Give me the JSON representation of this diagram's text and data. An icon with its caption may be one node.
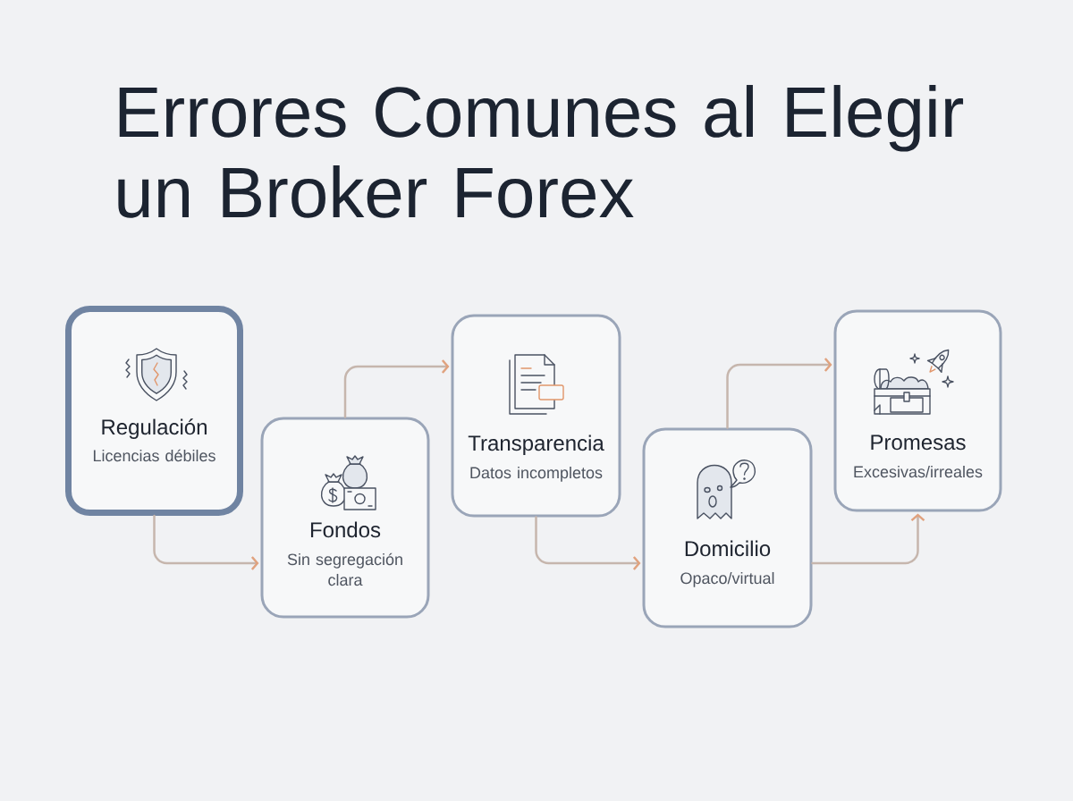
{
  "diagram": {
    "title": "Errores Comunes al Elegir un Broker Forex",
    "nodes": [
      {
        "text": [
          "Regulación",
          "Licencias débiles"
        ]
      },
      {
        "text": [
          "Fondos",
          "Sin segregación clara"
        ]
      },
      {
        "text": [
          "Transparencia",
          "Datos incompletos"
        ]
      },
      {
        "text": [
          "Domicilio",
          "Opaco/virtual"
        ]
      },
      {
        "text": [
          "Promesas",
          "Excesivas/irreales"
        ]
      }
    ],
    "edges": [
      {
        "from": 0,
        "to": 1,
        "arrow": "to"
      },
      {
        "from": 1,
        "to": 2,
        "arrow": "to"
      },
      {
        "from": 2,
        "to": 3,
        "arrow": "to"
      },
      {
        "from": 3,
        "to": 4,
        "arrow": "to"
      },
      {
        "from": 3,
        "to": 4,
        "arrow": "to"
      }
    ]
  }
}
